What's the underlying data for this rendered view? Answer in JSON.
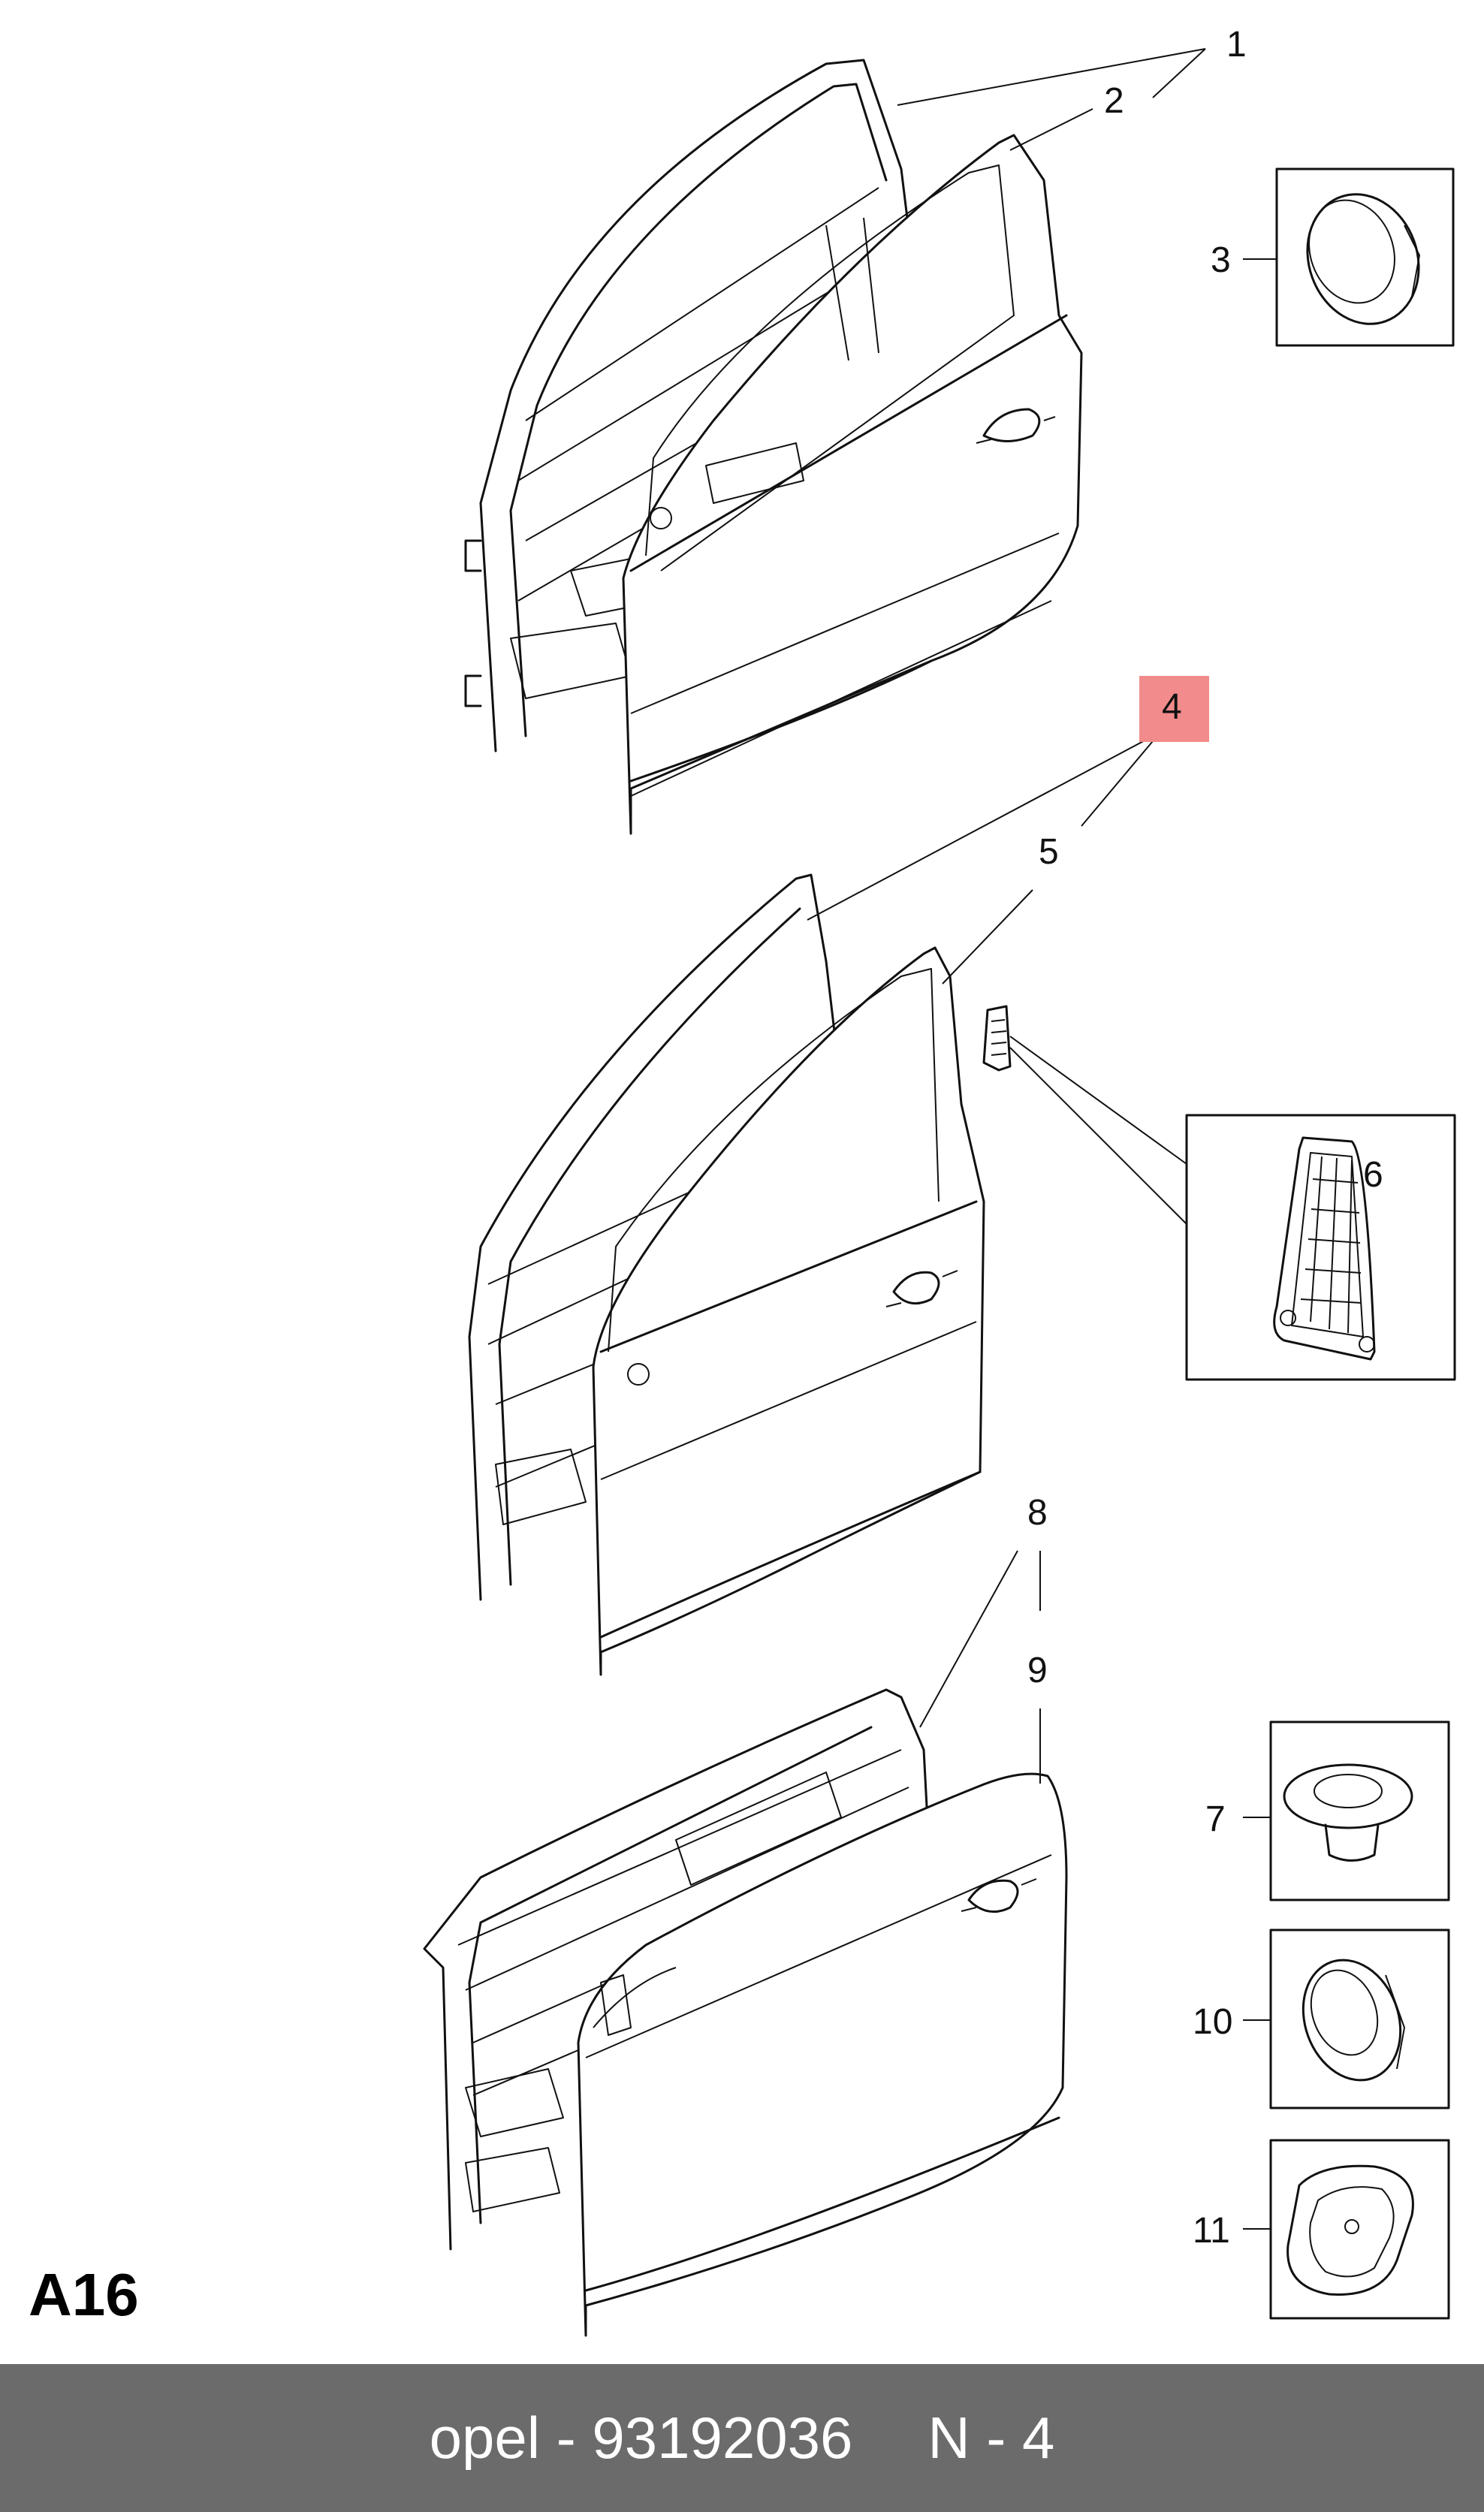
{
  "diagram": {
    "callouts": [
      "1",
      "2",
      "3",
      "4",
      "5",
      "6",
      "7",
      "8",
      "9",
      "10",
      "11"
    ],
    "highlighted_callout": "4",
    "highlight_color": "#f28b8b",
    "diagram_code": "A16"
  },
  "footer": {
    "left_text": "opel - 93192036",
    "right_text": "N - 4",
    "background_color": "#6b6b6b",
    "text_color": "#ffffff"
  }
}
